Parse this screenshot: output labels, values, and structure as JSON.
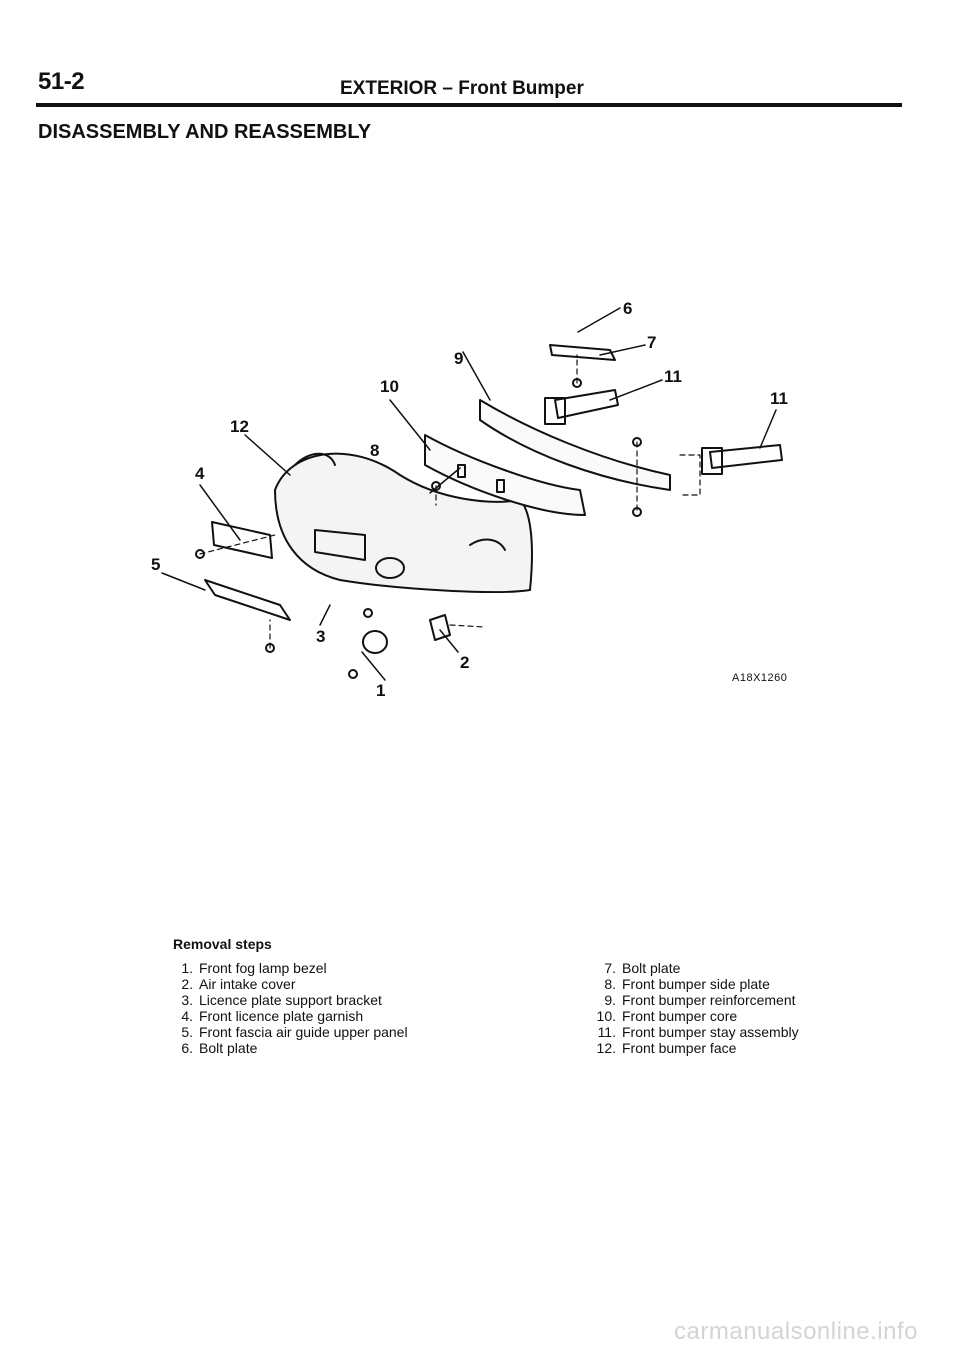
{
  "header": {
    "page_number": "51-2",
    "section": "EXTERIOR – Front Bumper"
  },
  "heading": "DISASSEMBLY AND REASSEMBLY",
  "figure": {
    "code": "A18X1260",
    "callouts": [
      "1",
      "2",
      "3",
      "4",
      "5",
      "6",
      "7",
      "8",
      "9",
      "10",
      "11",
      "11",
      "12"
    ]
  },
  "removal_steps": {
    "title": "Removal steps",
    "column_a": [
      {
        "num": "1.",
        "text": "Front fog lamp bezel"
      },
      {
        "num": "2.",
        "text": "Air intake cover"
      },
      {
        "num": "3.",
        "text": "Licence plate support bracket"
      },
      {
        "num": "4.",
        "text": "Front licence plate garnish"
      },
      {
        "num": "5.",
        "text": "Front fascia air guide upper panel"
      },
      {
        "num": "6.",
        "text": "Bolt plate"
      }
    ],
    "column_b": [
      {
        "num": "7.",
        "text": "Bolt plate"
      },
      {
        "num": "8.",
        "text": "Front bumper side plate"
      },
      {
        "num": "9.",
        "text": "Front bumper reinforcement"
      },
      {
        "num": "10.",
        "text": "Front bumper core"
      },
      {
        "num": "11.",
        "text": "Front bumper stay assembly"
      },
      {
        "num": "12.",
        "text": "Front bumper face"
      }
    ]
  },
  "watermark": "carmanualsonline.info"
}
